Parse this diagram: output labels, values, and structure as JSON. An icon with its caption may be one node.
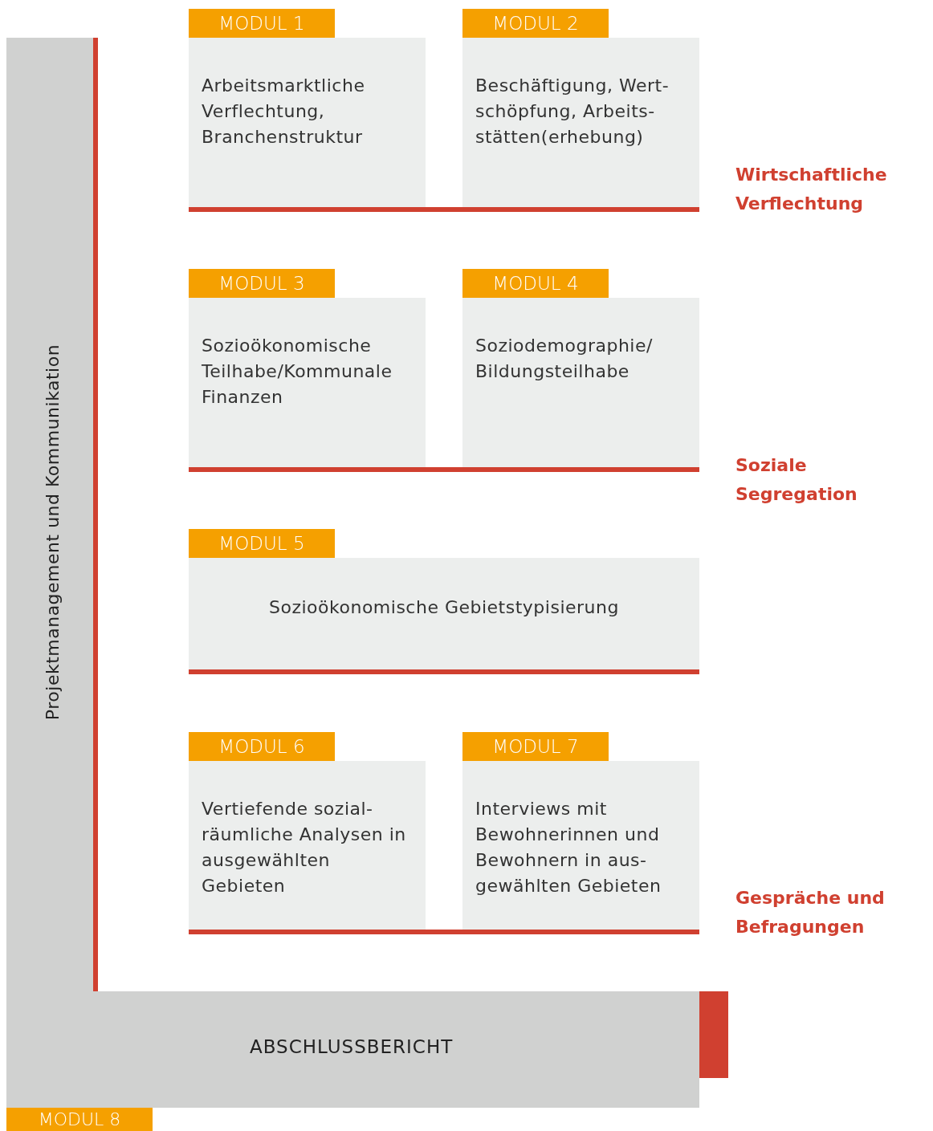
{
  "diagram": {
    "nodes": [
      {
        "text": [
          "Projektmanagement und Kommunikation",
          "ABSCHLUSSBERICHT",
          "MODUL 8"
        ]
      },
      {
        "text": [
          "MODUL 1",
          "Arbeitsmarktliche Verflechtung, Branchenstruktur"
        ]
      },
      {
        "text": [
          "MODUL 2",
          "Beschäftigung, Wert- schöpfung, Arbeits- stätten(erhebung)"
        ]
      },
      {
        "text": [
          "MODUL 3",
          "Sozioökonomische Teilhabe/Kommunale Finanzen"
        ]
      },
      {
        "text": [
          "MODUL 4",
          "Soziodemographie/ Bildungsteilhabe"
        ]
      },
      {
        "text": [
          "MODUL 5",
          "Sozioökonomische Gebietstypisierung"
        ]
      },
      {
        "text": [
          "MODUL 6",
          "Vertiefende sozial- räumliche Analysen in ausgewählten Gebieten"
        ]
      },
      {
        "text": [
          "MODUL 7",
          "Interviews mit Bewohnerinnen und Bewohnern in aus- gewählten Gebieten"
        ]
      }
    ],
    "labels": [
      "Wirtschaftliche Verflechtung",
      "Soziale Segregation",
      "Gespräche und Befragungen"
    ]
  }
}
